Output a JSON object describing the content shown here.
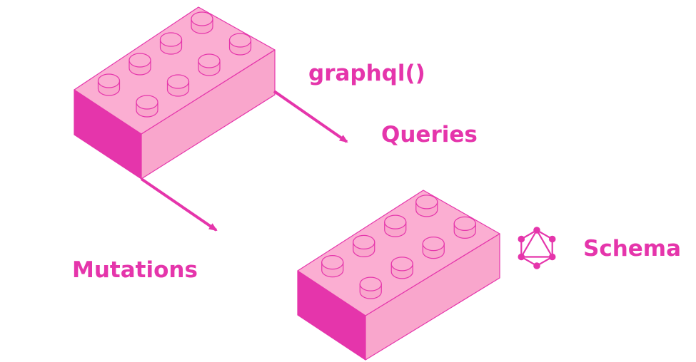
{
  "colors": {
    "brick_top": "#fbaed2",
    "brick_right": "#f9a6cc",
    "brick_left": "#e535ab",
    "outline": "#e535ab",
    "accent": "#e535ab"
  },
  "icons": {
    "schema_logo": "graphql-logo-icon"
  },
  "labels": {
    "graphql": "graphql()",
    "queries": "Queries",
    "mutations": "Mutations",
    "schema": "Schema"
  }
}
